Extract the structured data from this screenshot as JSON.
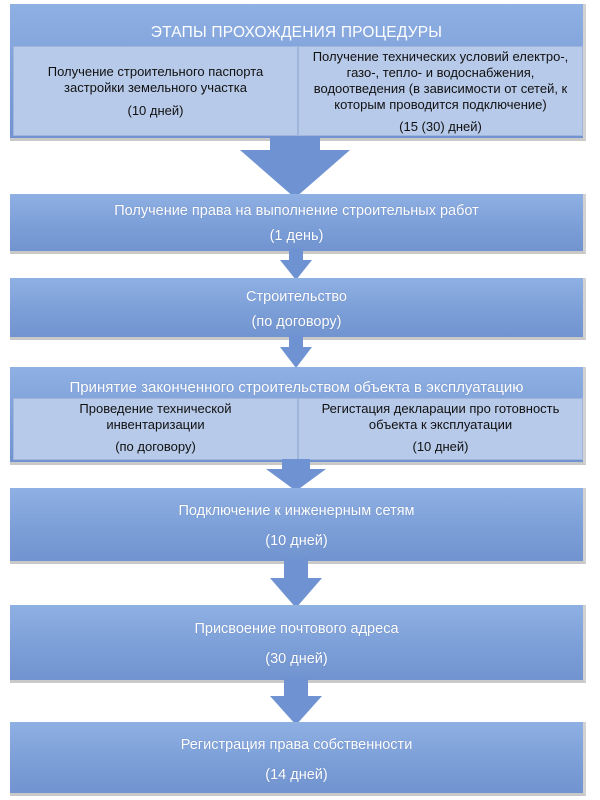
{
  "header": {
    "title": "ЭТАПЫ ПРОХОЖДЕНИЯ ПРОЦЕДУРЫ",
    "left": {
      "title": "Получение строительного паспорта застройки земельного участка",
      "duration": "(10 дней)"
    },
    "right": {
      "title": "Получение технических условий електро-, газо-, тепло- и водоснабжения, водоотведения (в зависимости от сетей, к которым проводится подключение)",
      "duration": "(15 (30) дней)"
    }
  },
  "step_rights": {
    "title": "Получение права на выполнение строительных работ",
    "duration": "(1 день)"
  },
  "step_build": {
    "title": "Строительство",
    "duration": "(по договору)"
  },
  "step_accept": {
    "title": "Принятие  законченного  строительством  объекта  в  эксплуатацию",
    "left": {
      "title": "Проведение технической инвентаризации",
      "duration": "(по договору)"
    },
    "right": {
      "title": "Регистация декларации про готовность объекта к эксплуатации",
      "duration": "(10 дней)"
    }
  },
  "step_connect": {
    "title": "Подключение  к  инженерным  сетям",
    "duration": "(10 дней)"
  },
  "step_address": {
    "title": "Присвоение  почтового  адреса",
    "duration": "(30 дней)"
  },
  "step_register": {
    "title": "Регистрация  права  собственности",
    "duration": "(14 дней)"
  },
  "colors": {
    "box": "#7c9fd8",
    "box_light": "#8fb0e3",
    "subbox": "#b7cae9",
    "arrow": "#6f93d2",
    "shadow": "#c9c9c9"
  }
}
